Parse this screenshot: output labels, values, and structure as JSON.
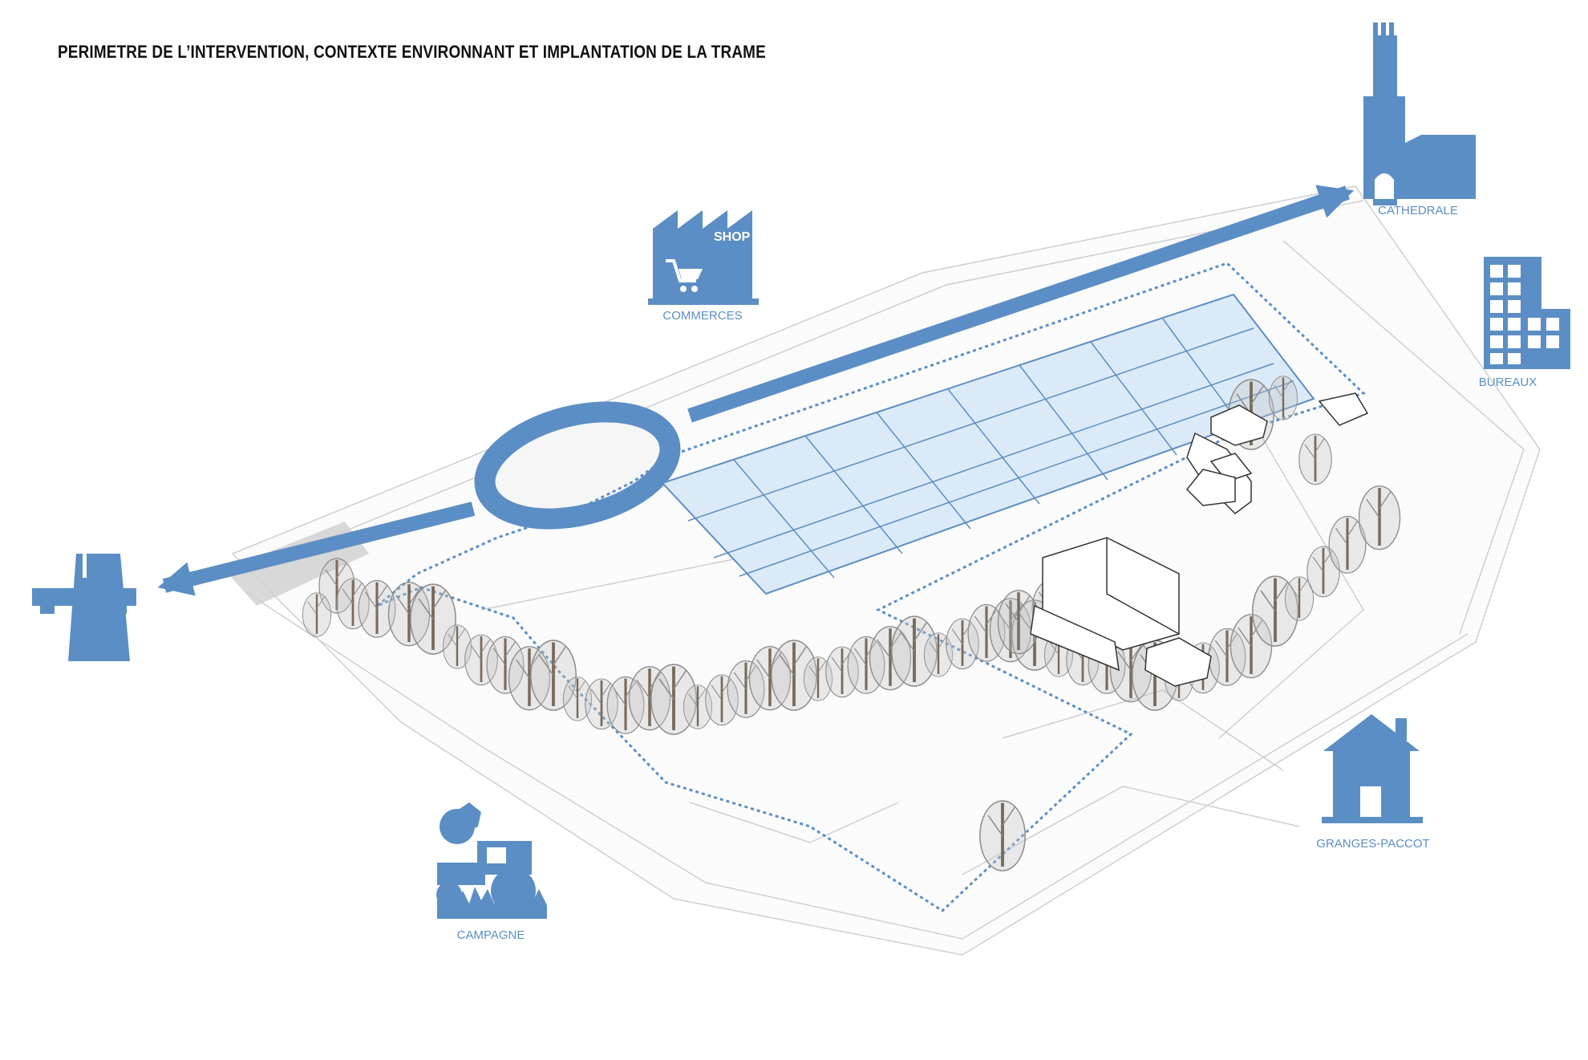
{
  "title": "PERIMETRE DE L’INTERVENTION, CONTEXTE ENVIRONNANT ET IMPLANTATION DE LA TRAME",
  "colors": {
    "accent": "#5b8ec4",
    "grid_fill": "#dbeaf8",
    "grid_line": "#5b8ec4",
    "trees": "#8a8a8a",
    "site_lines": "#cfcfcf"
  },
  "labels": {
    "shop": "SHOP",
    "commerces": "COMMERCES",
    "cathedrale": "CATHEDRALE",
    "bureaux": "BUREAUX",
    "granges": "GRANGES-PACCOT",
    "campagne": "CAMPAGNE"
  },
  "icons": [
    "highway-icon",
    "factory-shop-icon",
    "cathedral-icon",
    "office-building-icon",
    "house-icon",
    "tractor-sun-icon"
  ]
}
